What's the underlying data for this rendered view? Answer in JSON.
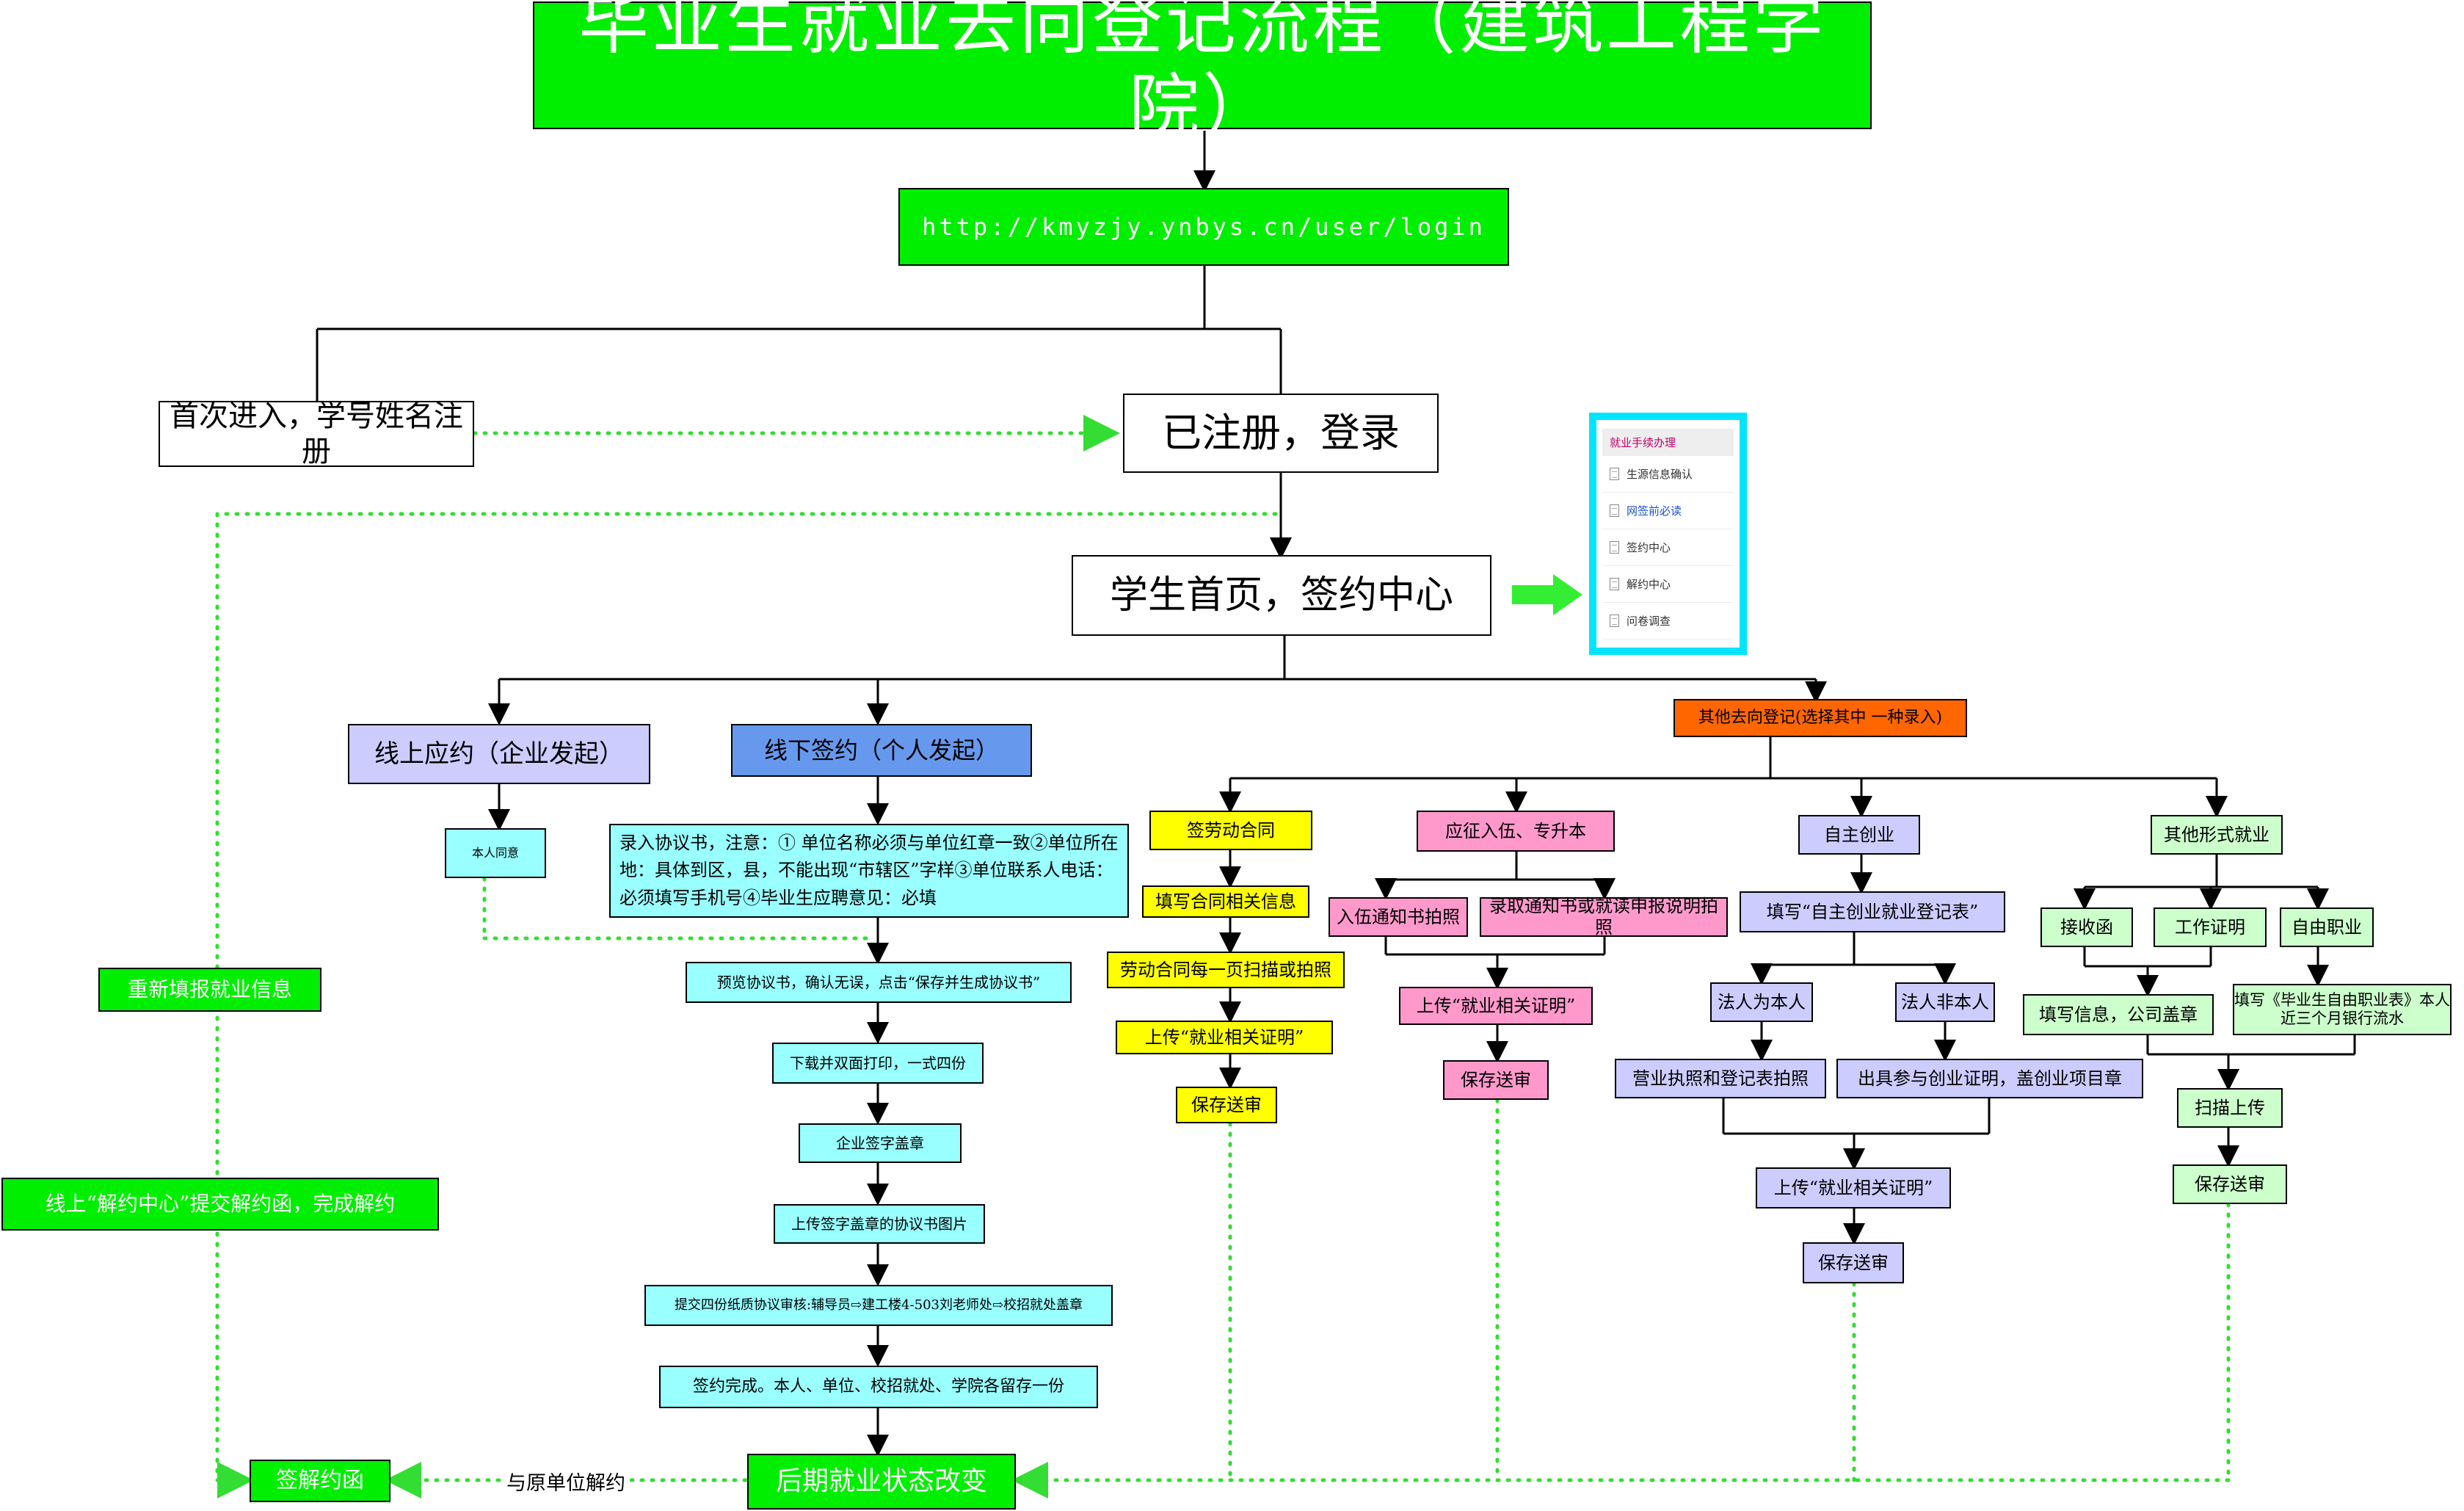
{
  "title": "毕业生就业去向登记流程（建筑工程学院）",
  "url": "http://kmyzjy.ynbys.cn/user/login",
  "first_entry": "首次进入，学号姓名注册",
  "login": "已注册，登录",
  "home": "学生首页，签约中心",
  "menu": {
    "header": "就业手续办理",
    "items": [
      "生源信息确认",
      "网签前必读",
      "签约中心",
      "解约中心",
      "问卷调查"
    ]
  },
  "online": {
    "label": "线上应约（企业发起）",
    "agree": "本人同意"
  },
  "offline": {
    "label": "线下签约（个人发起）",
    "note": "录入协议书，注意：① 单位名称必须与单位红章一致②单位所在地：具体到区，县，不能出现“市辖区”字样③单位联系人电话：必须填写手机号④毕业生应聘意见：必填",
    "steps": [
      "预览协议书，确认无误，点击“保存并生成协议书”",
      "下载并双面打印，一式四份",
      "企业签字盖章",
      "上传签字盖章的协议书图片",
      "提交四份纸质协议审核:辅导员⇨建工楼4-503刘老师处⇨校招就处盖章",
      "签约完成。本人、单位、校招就处、学院各留存一份"
    ]
  },
  "other": {
    "label": "其他去向登记(选择其中 一种录入)",
    "labor": {
      "label": "签劳动合同",
      "steps": [
        "填写合同相关信息",
        "劳动合同每一页扫描或拍照",
        "上传“就业相关证明”",
        "保存送审"
      ]
    },
    "army": {
      "label": "应征入伍、专升本",
      "a": "入伍通知书拍照",
      "b": "录取通知书或就读申报说明拍照",
      "upload": "上传“就业相关证明”",
      "save": "保存送审"
    },
    "startup": {
      "label": "自主创业",
      "form": "填写“自主创业就业登记表”",
      "legal": "法人为本人",
      "nonlegal": "法人非本人",
      "license": "营业执照和登记表拍照",
      "proof": "出具参与创业证明，盖创业项目章",
      "upload": "上传“就业相关证明”",
      "save": "保存送审"
    },
    "misc": {
      "label": "其他形式就业",
      "receipt": "接收函",
      "workproof": "工作证明",
      "freelance": "自由职业",
      "fill": "填写信息，公司盖章",
      "freeform": "填写《毕业生自由职业表》本人近三个月银行流水",
      "scan": "扫描上传",
      "save": "保存送审"
    }
  },
  "later": "后期就业状态改变",
  "terminate_letter": "签解约函",
  "terminate_with_employer": "与原单位解约",
  "refill": "重新填报就业信息",
  "terminate_center": "线上“解约中心”提交解约函，完成解约",
  "colors": {
    "green": "#00ee00",
    "dotted": "#33dd33",
    "cyan_border": "#00e5ff"
  }
}
